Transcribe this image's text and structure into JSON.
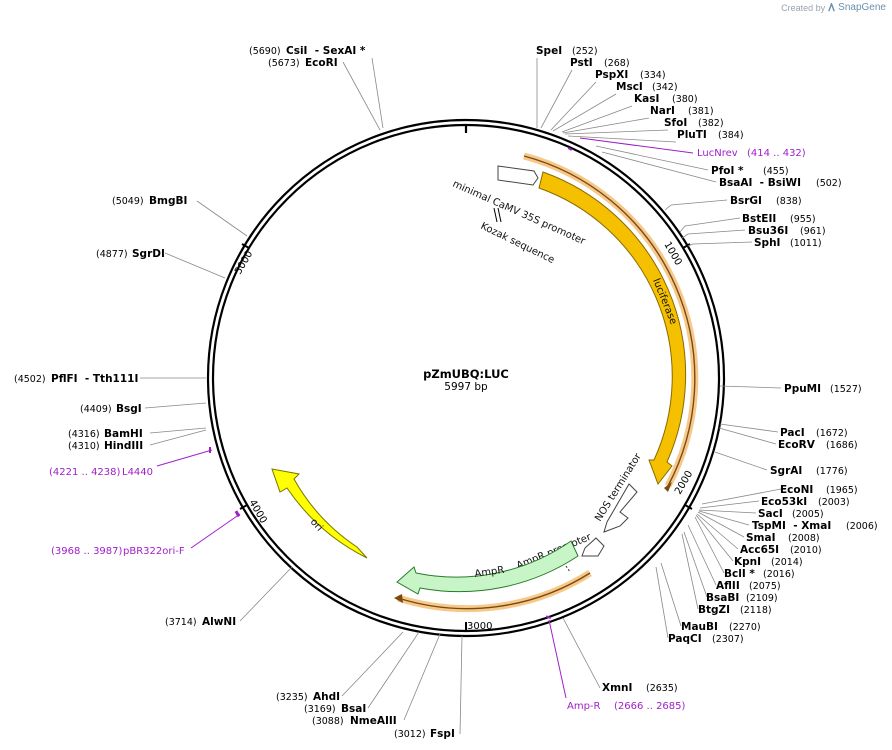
{
  "credit": {
    "prefix": "Created by",
    "brand": "SnapGene"
  },
  "plasmid": {
    "name": "pZmUBQ:LUC",
    "size_label": "5997 bp",
    "length": 5997
  },
  "ticks": [
    "1000",
    "2000",
    "3000",
    "4000",
    "5000"
  ],
  "colors": {
    "feature_yellow": "#f5c000",
    "ori_yellow": "#ffff00",
    "ampr_green": "#c8f5c8",
    "primer": "#a020c8",
    "primer_arrow": "#f0a030"
  },
  "features": [
    {
      "name": "minimal CaMV 35S promoter",
      "kind": "promoter"
    },
    {
      "name": "Kozak sequence",
      "kind": "misc"
    },
    {
      "name": "luciferase",
      "kind": "cds"
    },
    {
      "name": "NOS terminator",
      "kind": "terminator"
    },
    {
      "name": "AmpR promoter",
      "kind": "promoter"
    },
    {
      "name": "AmpR",
      "kind": "cds"
    },
    {
      "name": "ori",
      "kind": "origin"
    }
  ],
  "primers": [
    {
      "name": "LucNrev",
      "range": "(414 .. 432)"
    },
    {
      "name": "L4440",
      "range": "(4221 .. 4238)"
    },
    {
      "name": "pBR322ori-F",
      "range": "(3968 .. 3987)"
    },
    {
      "name": "Amp-R",
      "range": "(2666 .. 2685)"
    }
  ],
  "sites": [
    {
      "name": "SpeI",
      "pos": "(252)"
    },
    {
      "name": "PstI",
      "pos": "(268)"
    },
    {
      "name": "PspXI",
      "pos": "(334)"
    },
    {
      "name": "MscI",
      "pos": "(342)"
    },
    {
      "name": "KasI",
      "pos": "(380)"
    },
    {
      "name": "NarI",
      "pos": "(381)"
    },
    {
      "name": "SfoI",
      "pos": "(382)"
    },
    {
      "name": "PluTI",
      "pos": "(384)"
    },
    {
      "name": "PfoI *",
      "pos": "(455)"
    },
    {
      "name": "BsaAI  - BsiWI",
      "pos": "(502)"
    },
    {
      "name": "BsrGI",
      "pos": "(838)"
    },
    {
      "name": "BstEII",
      "pos": "(955)"
    },
    {
      "name": "Bsu36I",
      "pos": "(961)"
    },
    {
      "name": "SphI",
      "pos": "(1011)"
    },
    {
      "name": "PpuMI",
      "pos": "(1527)"
    },
    {
      "name": "PacI",
      "pos": "(1672)"
    },
    {
      "name": "EcoRV",
      "pos": "(1686)"
    },
    {
      "name": "SgrAI",
      "pos": "(1776)"
    },
    {
      "name": "EcoNI",
      "pos": "(1965)"
    },
    {
      "name": "Eco53kI",
      "pos": "(2003)"
    },
    {
      "name": "SacI",
      "pos": "(2005)"
    },
    {
      "name": "TspMI  - XmaI",
      "pos": "(2006)"
    },
    {
      "name": "SmaI",
      "pos": "(2008)"
    },
    {
      "name": "Acc65I",
      "pos": "(2010)"
    },
    {
      "name": "KpnI",
      "pos": "(2014)"
    },
    {
      "name": "BclI *",
      "pos": "(2016)"
    },
    {
      "name": "AflII",
      "pos": "(2075)"
    },
    {
      "name": "BsaBI",
      "pos": "(2109)"
    },
    {
      "name": "BtgZI",
      "pos": "(2118)"
    },
    {
      "name": "MauBI",
      "pos": "(2270)"
    },
    {
      "name": "PaqCI",
      "pos": "(2307)"
    },
    {
      "name": "XmnI",
      "pos": "(2635)"
    },
    {
      "name": "FspI",
      "pos": "(3012)"
    },
    {
      "name": "NmeAIII",
      "pos": "(3088)"
    },
    {
      "name": "BsaI",
      "pos": "(3169)"
    },
    {
      "name": "AhdI",
      "pos": "(3235)"
    },
    {
      "name": "AlwNI",
      "pos": "(3714)"
    },
    {
      "name": "HindIII",
      "pos": "(4310)"
    },
    {
      "name": "BamHI",
      "pos": "(4316)"
    },
    {
      "name": "BsgI",
      "pos": "(4409)"
    },
    {
      "name": "PflFI  - Tth111I",
      "pos": "(4502)"
    },
    {
      "name": "SgrDI",
      "pos": "(4877)"
    },
    {
      "name": "BmgBI",
      "pos": "(5049)"
    },
    {
      "name": "EcoRI",
      "pos": "(5673)"
    },
    {
      "name": "CsiI  - SexAI *",
      "pos": "(5690)"
    }
  ]
}
